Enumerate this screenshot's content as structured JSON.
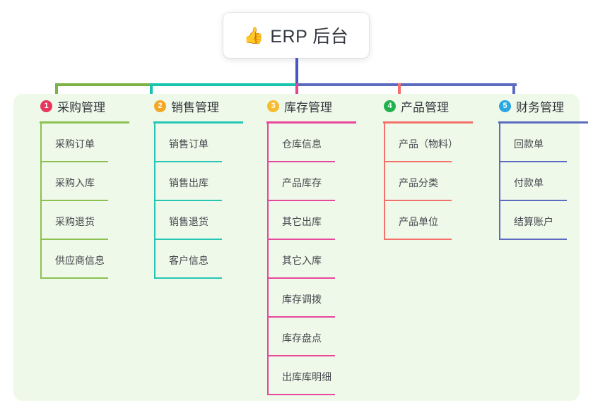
{
  "root": {
    "icon": "thumbs-up-icon",
    "emoji": "👍",
    "title": "ERP 后台"
  },
  "colors": {
    "panel_bg": "#eef9e9",
    "page_bg": "#ffffff",
    "stem_blue": "#4a55c4",
    "green": "#7cb342",
    "teal": "#19c4ad",
    "pink": "#e8438f",
    "salmon": "#f4706a",
    "blue": "#5c6bc0"
  },
  "columns": [
    {
      "number": "1",
      "title": "采购管理",
      "badge_color": "#e8365d",
      "line_color": "#8cc152",
      "items": [
        "采购订单",
        "采购入库",
        "采购退货",
        "供应商信息"
      ]
    },
    {
      "number": "2",
      "title": "销售管理",
      "badge_color": "#f5a623",
      "line_color": "#26c6b4",
      "items": [
        "销售订单",
        "销售出库",
        "销售退货",
        "客户信息"
      ]
    },
    {
      "number": "3",
      "title": "库存管理",
      "badge_color": "#f7bc2e",
      "line_color": "#e8479b",
      "items": [
        "仓库信息",
        "产品库存",
        "其它出库",
        "其它入库",
        "库存调拨",
        "库存盘点",
        "出库库明细"
      ]
    },
    {
      "number": "4",
      "title": "产品管理",
      "badge_color": "#22b14c",
      "line_color": "#f4706a",
      "items": [
        "产品（物料）",
        "产品分类",
        "产品单位"
      ]
    },
    {
      "number": "5",
      "title": "财务管理",
      "badge_color": "#29a7e1",
      "line_color": "#5c6bc0",
      "items": [
        "回款单",
        "付款单",
        "结算账户"
      ]
    }
  ]
}
